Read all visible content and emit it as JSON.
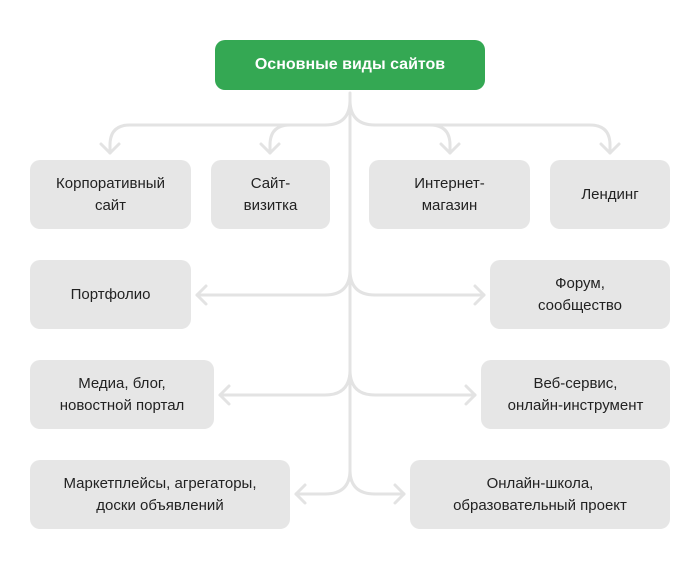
{
  "root": {
    "label": "Основные виды сайтов",
    "color": "#34a853"
  },
  "connector_color": "#e3e3e3",
  "node_color": "#e6e6e6",
  "top_row": [
    {
      "label": "Корпоративный\nсайт"
    },
    {
      "label": "Сайт-\nвизитка"
    },
    {
      "label": "Интернет-\nмагазин"
    },
    {
      "label": "Лендинг"
    }
  ],
  "left_column": [
    {
      "label": "Портфолио"
    },
    {
      "label": "Медиа, блог,\nновостной портал"
    },
    {
      "label": "Маркетплейсы, агрегаторы,\nдоски объявлений"
    }
  ],
  "right_column": [
    {
      "label": "Форум,\nсообщество"
    },
    {
      "label": "Веб-сервис,\nонлайн-инструмент"
    },
    {
      "label": "Онлайн-школа,\nобразовательный проект"
    }
  ]
}
